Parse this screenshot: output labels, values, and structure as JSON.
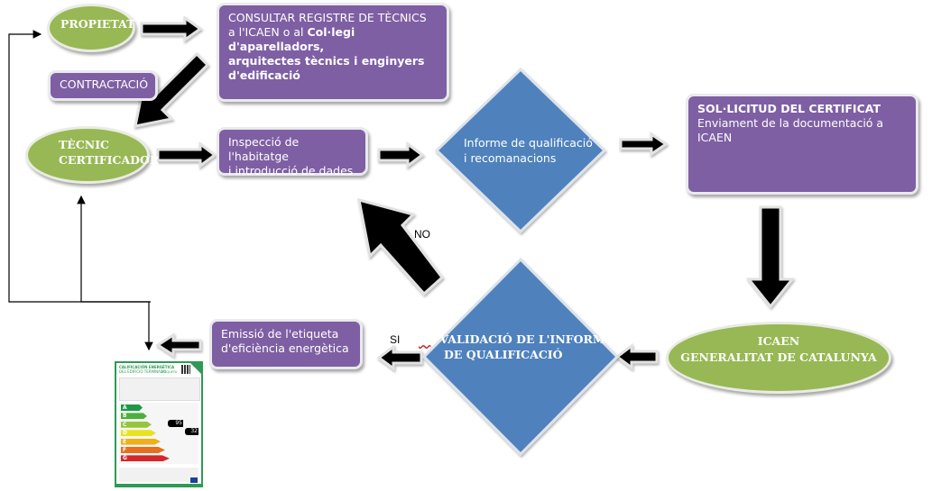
{
  "colors": {
    "process_box": "#7e5fa3",
    "actor_oval": "#97b854",
    "decision": "#4f81bd",
    "arrow": "#000000"
  },
  "nodes": {
    "propietat": "PROPIETAT",
    "contractacio": "CONTRACTACIÓ",
    "consultar": {
      "line1": "CONSULTAR REGISTRE DE TÈCNICS",
      "line2_plain": "a l'ICAEN o al ",
      "line2_bold": "Col·legi d'aparelladors,",
      "line3_bold": "arquitectes tècnics i enginyers",
      "line4_bold": "d'edificació"
    },
    "tecnic": {
      "line1": "TÈCNIC",
      "line2": "CERTIFICADOR"
    },
    "inspeccio": {
      "line1": "Inspecció de l'habitatge",
      "line2": "i introducció de dades"
    },
    "informe": {
      "line1": "Informe de qualificació",
      "line2": "i recomanacions"
    },
    "sollicitud": {
      "title": "SOL·LICITUD DEL CERTIFICAT",
      "line1": "Enviament de la documentació a",
      "line2": "ICAEN"
    },
    "icaen": {
      "line1": "ICAEN",
      "line2": "GENERALITAT DE CATALUNYA"
    },
    "validacio": {
      "line1": "VALIDACIÓ DE L'INFORME",
      "line2": "DE QUALIFICACIÓ",
      "prefix": "SI"
    },
    "emissio": {
      "line1": "Emissió de l'etiqueta",
      "line2": "d'eficiència energètica"
    }
  },
  "edge_labels": {
    "no": "NO",
    "si": "SI"
  },
  "energy_label": {
    "title1": "CALIFICACIÓN ENERGÉTICA",
    "title2": "DEL EDIFICIO TERMINADO",
    "tag": "ETIQUETA",
    "classes": [
      "A",
      "B",
      "C",
      "D",
      "E",
      "F",
      "G"
    ],
    "value1": "95",
    "value2": "32"
  }
}
